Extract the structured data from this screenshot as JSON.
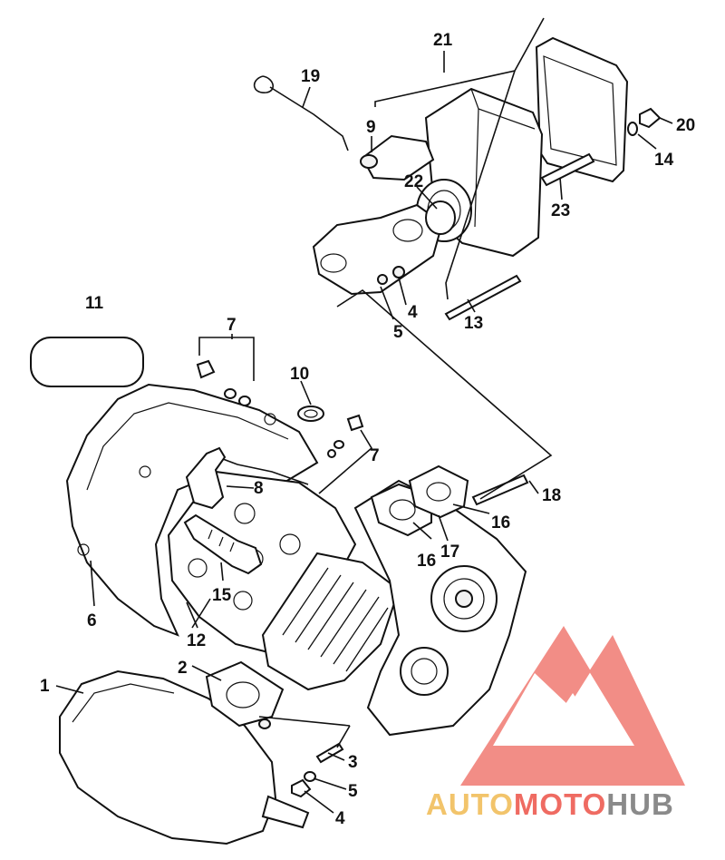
{
  "callouts": {
    "c1": "1",
    "c2": "2",
    "c3": "3",
    "c4a": "4",
    "c4b": "4",
    "c5a": "5",
    "c5b": "5",
    "c6": "6",
    "c7a": "7",
    "c7b": "7",
    "c8": "8",
    "c9": "9",
    "c10": "10",
    "c11": "11",
    "c12": "12",
    "c13": "13",
    "c14": "14",
    "c15": "15",
    "c16a": "16",
    "c16b": "16",
    "c17": "17",
    "c18": "18",
    "c19": "19",
    "c20": "20",
    "c21": "21",
    "c22": "22",
    "c23": "23"
  },
  "watermark": {
    "part1": "AUTO",
    "part2": "MOTO",
    "part3": "HUB",
    "colors": {
      "auto": "#f2c46b",
      "moto": "#ef6b62",
      "hub": "#8a8a8a",
      "logo": "#ef6b62"
    }
  }
}
